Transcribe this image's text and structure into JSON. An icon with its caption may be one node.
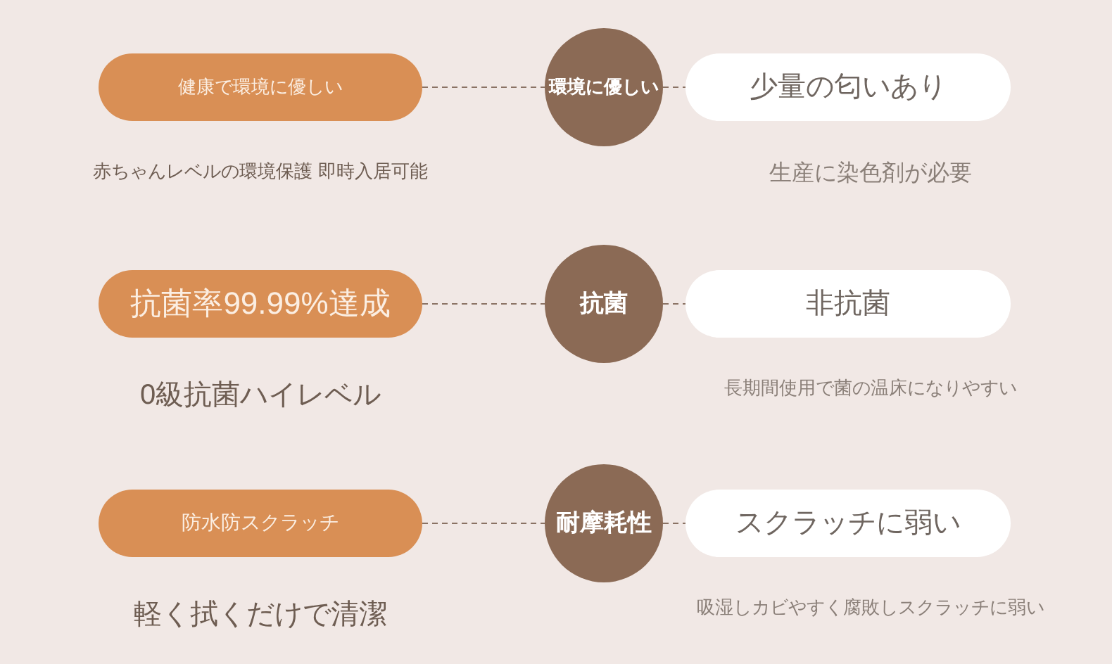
{
  "diagram": {
    "nodes": [
      {
        "text": [
          "健康で環境に優しい"
        ],
        "beside": [
          "赤ちゃんレベルの環境保護 即時入居可能"
        ]
      },
      {
        "text": [
          "環境に優しい"
        ]
      },
      {
        "text": [
          "少量の匂いあり"
        ],
        "beside": [
          "生産に染色剤が必要"
        ]
      },
      {
        "text": [
          "抗菌率99.99%達成"
        ],
        "beside": [
          "0級抗菌ハイレベル"
        ]
      },
      {
        "text": [
          "抗菌"
        ]
      },
      {
        "text": [
          "非抗菌"
        ],
        "beside": [
          "長期間使用で菌の温床になりやすい"
        ]
      },
      {
        "text": [
          "防水防スクラッチ"
        ],
        "beside": [
          "軽く拭くだけで清潔"
        ]
      },
      {
        "text": [
          "耐摩耗性"
        ]
      },
      {
        "text": [
          "スクラッチに弱い"
        ],
        "beside": [
          "吸湿しカビやすく腐敗しスクラッチに弱い"
        ]
      }
    ],
    "edges": [
      {
        "from": 0,
        "to": 1,
        "arrow": "none"
      },
      {
        "from": 1,
        "to": 2,
        "arrow": "none"
      },
      {
        "from": 3,
        "to": 4,
        "arrow": "none"
      },
      {
        "from": 4,
        "to": 5,
        "arrow": "none"
      },
      {
        "from": 6,
        "to": 7,
        "arrow": "none"
      },
      {
        "from": 7,
        "to": 8,
        "arrow": "none"
      }
    ]
  }
}
